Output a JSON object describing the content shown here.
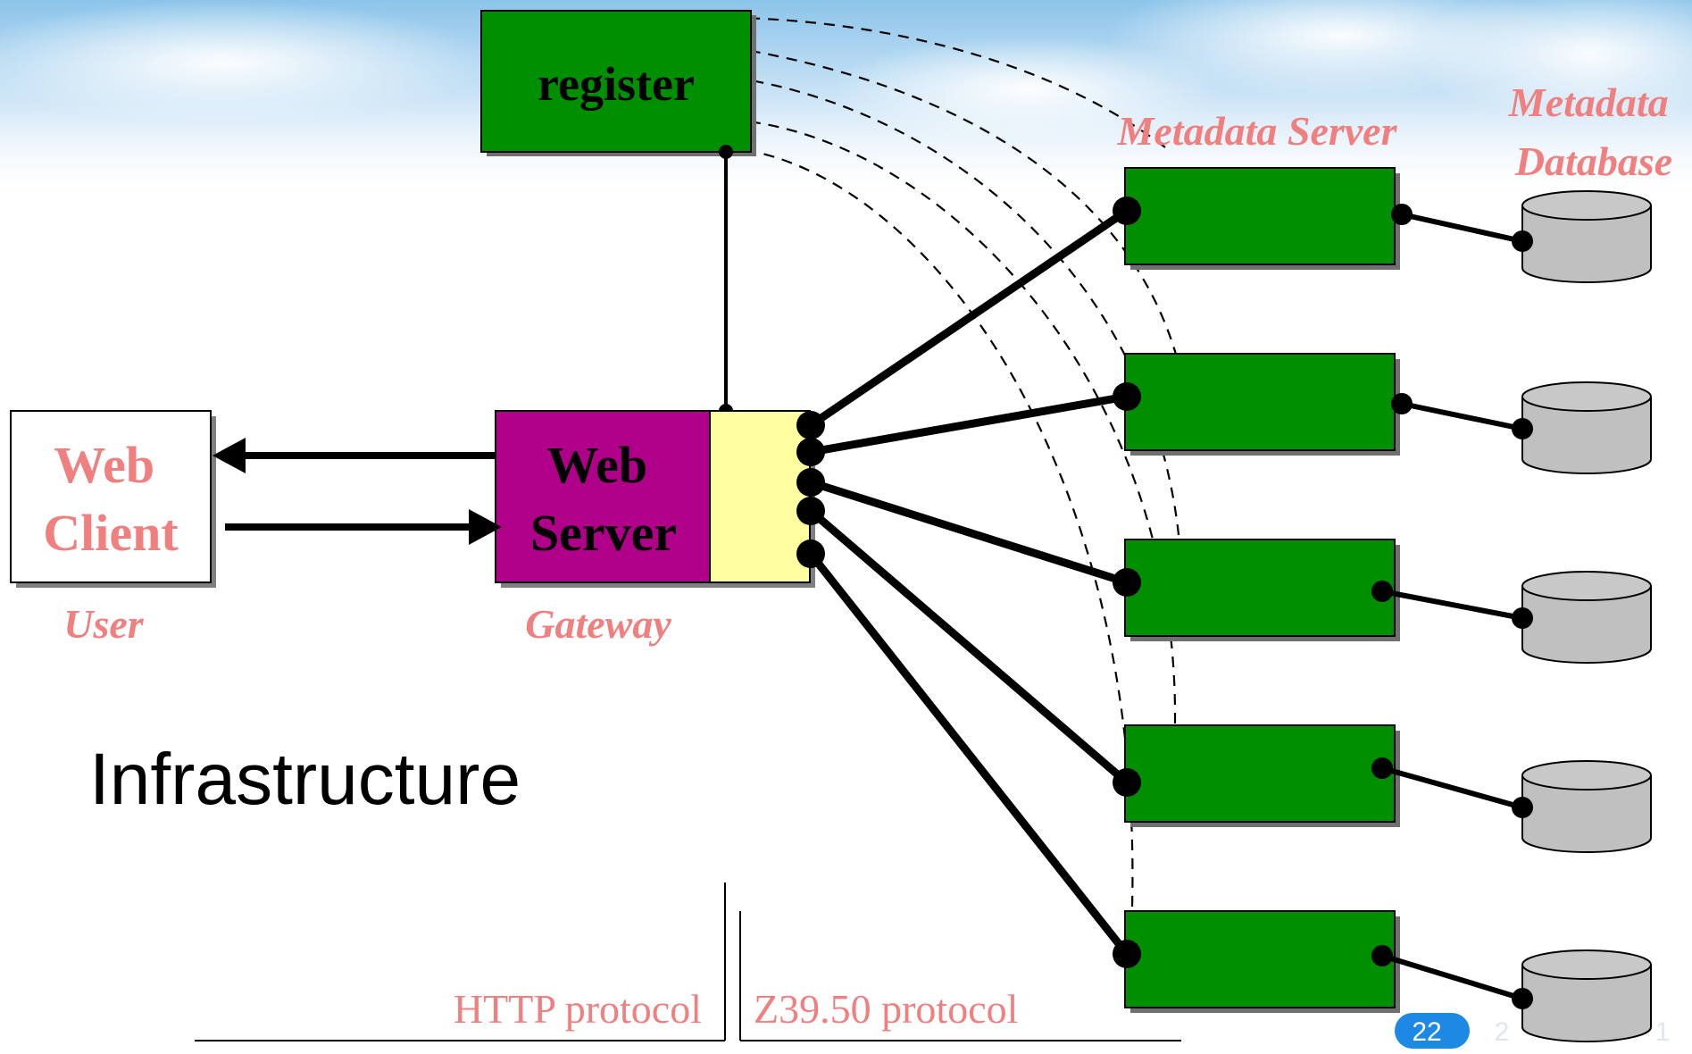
{
  "slide": {
    "title": "Infrastructure",
    "page_number": "22",
    "page_number_trailing": "2",
    "page_number_faded": "1"
  },
  "nodes": {
    "register": "register",
    "web_server": "Web Server",
    "web_client": "Web Client"
  },
  "captions": {
    "user": "User",
    "gateway": "Gateway",
    "metadata_server": "Metadata Server",
    "metadata_database": "Metadata Database"
  },
  "protocols": {
    "http": "HTTP protocol",
    "z3950": "Z39.50 protocol"
  },
  "colors": {
    "register_fill": "#008f00",
    "server_fill": "#008f00",
    "web_server_fill": "#b0008a",
    "gateway_port_fill": "#ffffa0",
    "client_fill": "#ffffff",
    "caption_pink": "#f08080",
    "database_fill": "#c0c0c0",
    "badge_blue": "#1e88e5",
    "sky_top": "#8cc4ea"
  }
}
